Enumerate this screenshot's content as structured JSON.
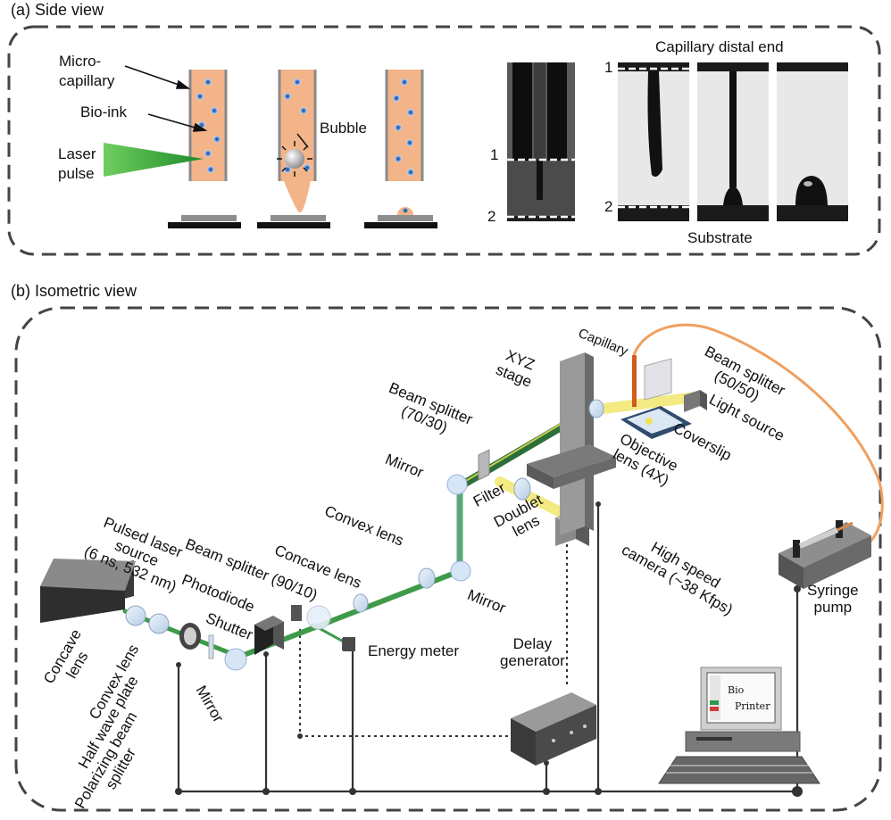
{
  "panel_a": {
    "title": "(a)  Side view",
    "labels": {
      "microcapillary": "Micro-\ncapillary",
      "bioink": "Bio-ink",
      "laser_pulse": "Laser\npulse",
      "bubble": "Bubble",
      "capillary_distal_end": "Capillary distal end",
      "substrate": "Substrate",
      "mark1_left": "1",
      "mark2_left": "2",
      "mark1_right": "1",
      "mark2_right": "2"
    }
  },
  "panel_b": {
    "title": "(b)  Isometric view",
    "labels": {
      "xyz_stage": "XYZ\nstage",
      "capillary": "Capillary",
      "beam_splitter_5050": "Beam splitter\n(50/50)",
      "light_source": "Light source",
      "coverslip": "Coverslip",
      "objective_lens": "Objective\nlens (4X)",
      "beam_splitter_7030": "Beam splitter\n(70/30)",
      "mirror_top": "Mirror",
      "filter": "Filter",
      "doublet_lens": "Doublet\nlens",
      "high_speed_camera": "High speed\ncamera (~38 Kfps)",
      "convex_lens_mid": "Convex lens",
      "concave_lens_mid": "Concave lens",
      "mirror_mid": "Mirror",
      "beam_splitter_9010": "Beam splitter (90/10)",
      "photodiode": "Photodiode",
      "pulsed_laser": "Pulsed laser\nsource\n(6 ns, 532 nm)",
      "shutter": "Shutter",
      "energy_meter": "Energy meter",
      "delay_generator": "Delay\ngenerator",
      "syringe_pump": "Syringe\npump",
      "concave_lens_left": "Concave\nlens",
      "convex_lens_left": "Convex lens",
      "half_wave_plate": "Half wave plate",
      "polarizing_beam_splitter": "Polarizing beam\nsplitter",
      "mirror_bottom": "Mirror",
      "bio_printer_1": "Bio",
      "bio_printer_2": "Printer"
    }
  },
  "colors": {
    "bioink": "#f3b48a",
    "laser_green": "#3f9a4a",
    "beam_yellow": "#f0e35a",
    "tube_orange": "#f0a060",
    "cell_blue": "#2f6fb5"
  }
}
